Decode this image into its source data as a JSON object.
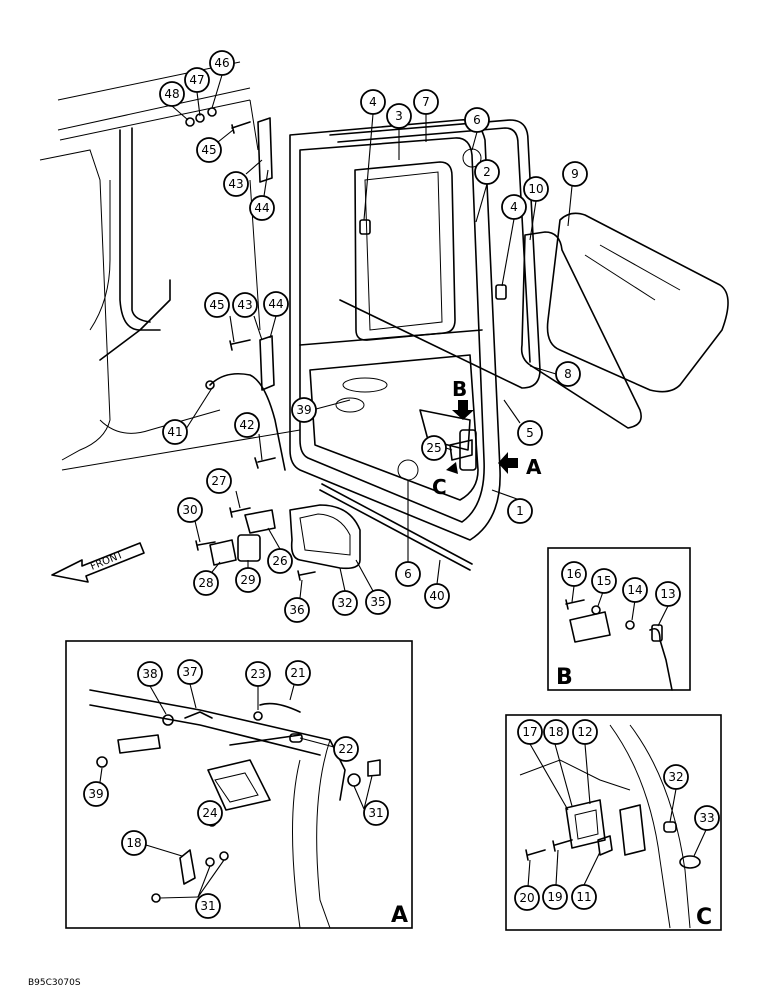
{
  "figure": {
    "document_number": "B95C3070S",
    "front_label": "FRONT",
    "view_markers": [
      "A",
      "B",
      "C"
    ],
    "panels": [
      {
        "id": "A",
        "label": "A"
      },
      {
        "id": "B",
        "label": "B"
      },
      {
        "id": "C",
        "label": "C"
      }
    ]
  },
  "callouts": {
    "main": [
      "48",
      "47",
      "46",
      "45",
      "43",
      "44",
      "4",
      "3",
      "7",
      "6",
      "2",
      "4",
      "10",
      "9",
      "45",
      "43",
      "44",
      "8",
      "41",
      "39",
      "42",
      "25",
      "5",
      "27",
      "30",
      "26",
      "29",
      "28",
      "36",
      "32",
      "35",
      "6",
      "40",
      "1"
    ],
    "panel_b": [
      "16",
      "15",
      "14",
      "13"
    ],
    "panel_a": [
      "38",
      "37",
      "23",
      "21",
      "22",
      "39",
      "31",
      "24",
      "18",
      "31"
    ],
    "panel_c": [
      "17",
      "18",
      "12",
      "32",
      "33",
      "20",
      "19",
      "11"
    ]
  }
}
